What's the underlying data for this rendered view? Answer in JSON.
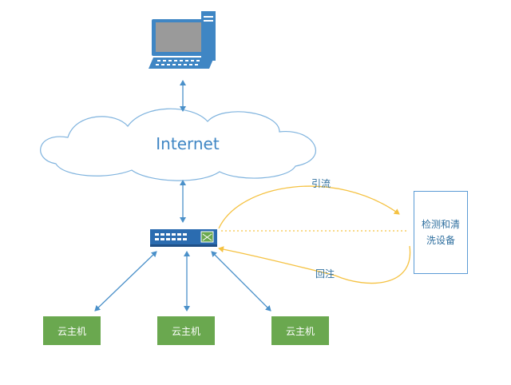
{
  "cloud": {
    "label": "Internet"
  },
  "edges": {
    "divert_label": "引流",
    "reinject_label": "回注"
  },
  "detector": {
    "label": "检测和清洗设备"
  },
  "hosts": [
    {
      "label": "云主机"
    },
    {
      "label": "云主机"
    },
    {
      "label": "云主机"
    }
  ],
  "colors": {
    "arrow": "#4a90c9",
    "flow": "#f5c242",
    "host_fill": "#6aa84f",
    "cloud_stroke": "#7fb3de",
    "device": "#2b6cb0"
  },
  "icons": [
    "computer-icon",
    "cloud-icon",
    "switch-icon"
  ]
}
